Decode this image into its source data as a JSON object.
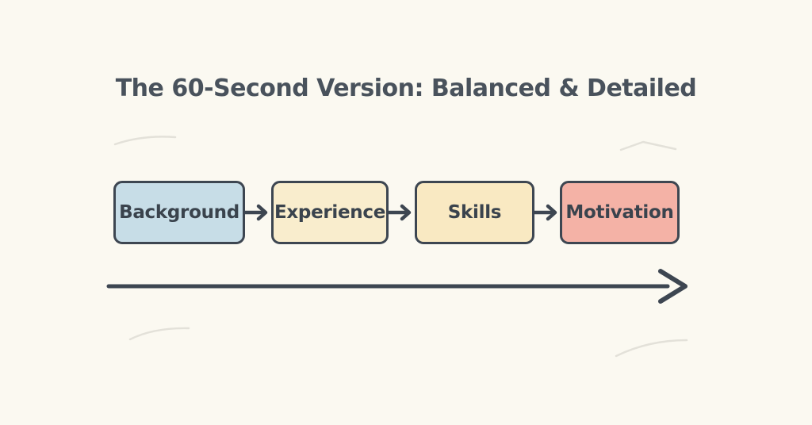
{
  "title": "The 60-Second Version: Balanced & Detailed",
  "diagram": {
    "steps": [
      {
        "label": "Background",
        "fill": "#c7dde7"
      },
      {
        "label": "Experience",
        "fill": "#f9edcd"
      },
      {
        "label": "Skills",
        "fill": "#f9e9c2"
      },
      {
        "label": "Motivation",
        "fill": "#f4b2a6"
      }
    ]
  },
  "colors": {
    "background": "#fbf9f1",
    "outline": "#3d4651",
    "title_text": "#49525c",
    "label_text": "#3a434d",
    "squiggle": "#e3e1d9"
  }
}
